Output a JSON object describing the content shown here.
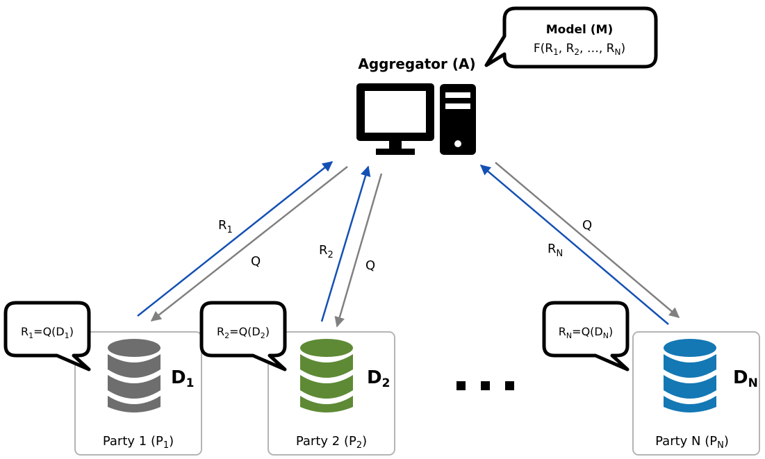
{
  "aggregator": {
    "label": "Aggregator (A)",
    "model_title": "Model (M)",
    "model_formula": {
      "f": "F(R",
      "s1": "1",
      "c1": ", R",
      "s2": "2",
      "c2": ", …, R",
      "sN": "N",
      "end": ")"
    }
  },
  "arrows": {
    "r1": {
      "main": "R",
      "sub": "1"
    },
    "r2": {
      "main": "R",
      "sub": "2"
    },
    "rN": {
      "main": "R",
      "sub": "N"
    },
    "q1": "Q",
    "q2": "Q",
    "qN": "Q"
  },
  "parties": [
    {
      "label_main": "Party 1 (P",
      "label_sub": "1",
      "label_end": ")",
      "data_main": "D",
      "data_sub": "1",
      "bubble": {
        "a": "R",
        "as": "1",
        "b": "=Q(D",
        "bs": "1",
        "c": ")"
      }
    },
    {
      "label_main": "Party 2 (P",
      "label_sub": "2",
      "label_end": ")",
      "data_main": "D",
      "data_sub": "2",
      "bubble": {
        "a": "R",
        "as": "2",
        "b": "=Q(D",
        "bs": "2",
        "c": ")"
      }
    },
    {
      "label_main": "Party N (P",
      "label_sub": "N",
      "label_end": ")",
      "data_main": "D",
      "data_sub": "N",
      "bubble": {
        "a": "R",
        "as": "N",
        "b": "=Q(D",
        "bs": "N",
        "c": ")"
      }
    }
  ],
  "colors": {
    "r_arrow": "#1450b4",
    "q_arrow": "#808080",
    "party1_db": "#6e6e6e",
    "party2_db": "#5e8a35",
    "partyN_db": "#1478b4",
    "party_box_border": "#b4b4b4"
  }
}
